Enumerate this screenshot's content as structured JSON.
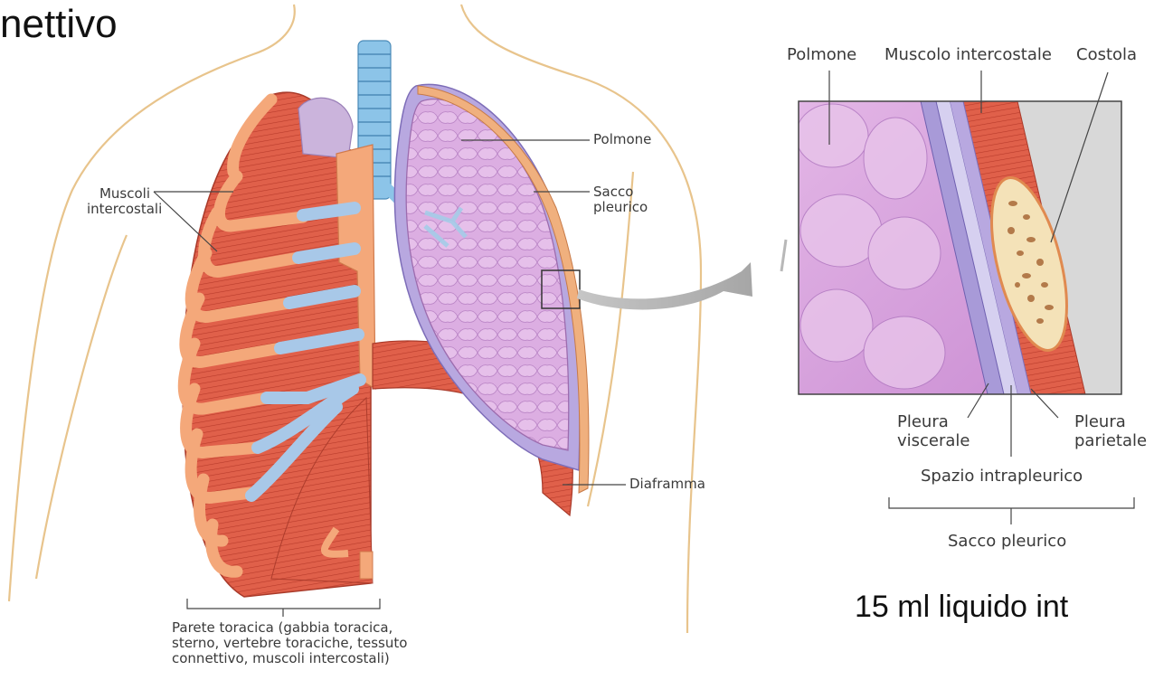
{
  "heading_fragment": "nettivo",
  "caption_bottom_right": "15 ml liquido int",
  "main_figure": {
    "labels": {
      "muscoli_intercostali": [
        "Muscoli",
        "intercostali"
      ],
      "polmone": "Polmone",
      "sacco_pleurico": [
        "Sacco",
        "pleurico"
      ],
      "diaframma": "Diaframma",
      "parete_toracica": [
        "Parete toracica (gabbia toracica,",
        "sterno, vertebre toraciche, tessuto",
        "connettivo, muscoli intercostali)"
      ]
    }
  },
  "detail_figure": {
    "labels": {
      "polmone": "Polmone",
      "muscolo_intercostale": "Muscolo intercostale",
      "costola": "Costola",
      "pleura_viscerale": [
        "Pleura",
        "viscerale"
      ],
      "pleura_parietale": [
        "Pleura",
        "parietale"
      ],
      "spazio_intrapleurico": "Spazio intrapleurico",
      "sacco_pleurico": "Sacco pleurico"
    }
  },
  "colors": {
    "muscle": "#e0604a",
    "rib": "#f4a87a",
    "cartilage": "#a8c8e8",
    "lung": "#d9a8df",
    "pleura": "#b2a8dc",
    "skin_outline": "#e8c48c",
    "arrow": "#b5b5b5"
  }
}
